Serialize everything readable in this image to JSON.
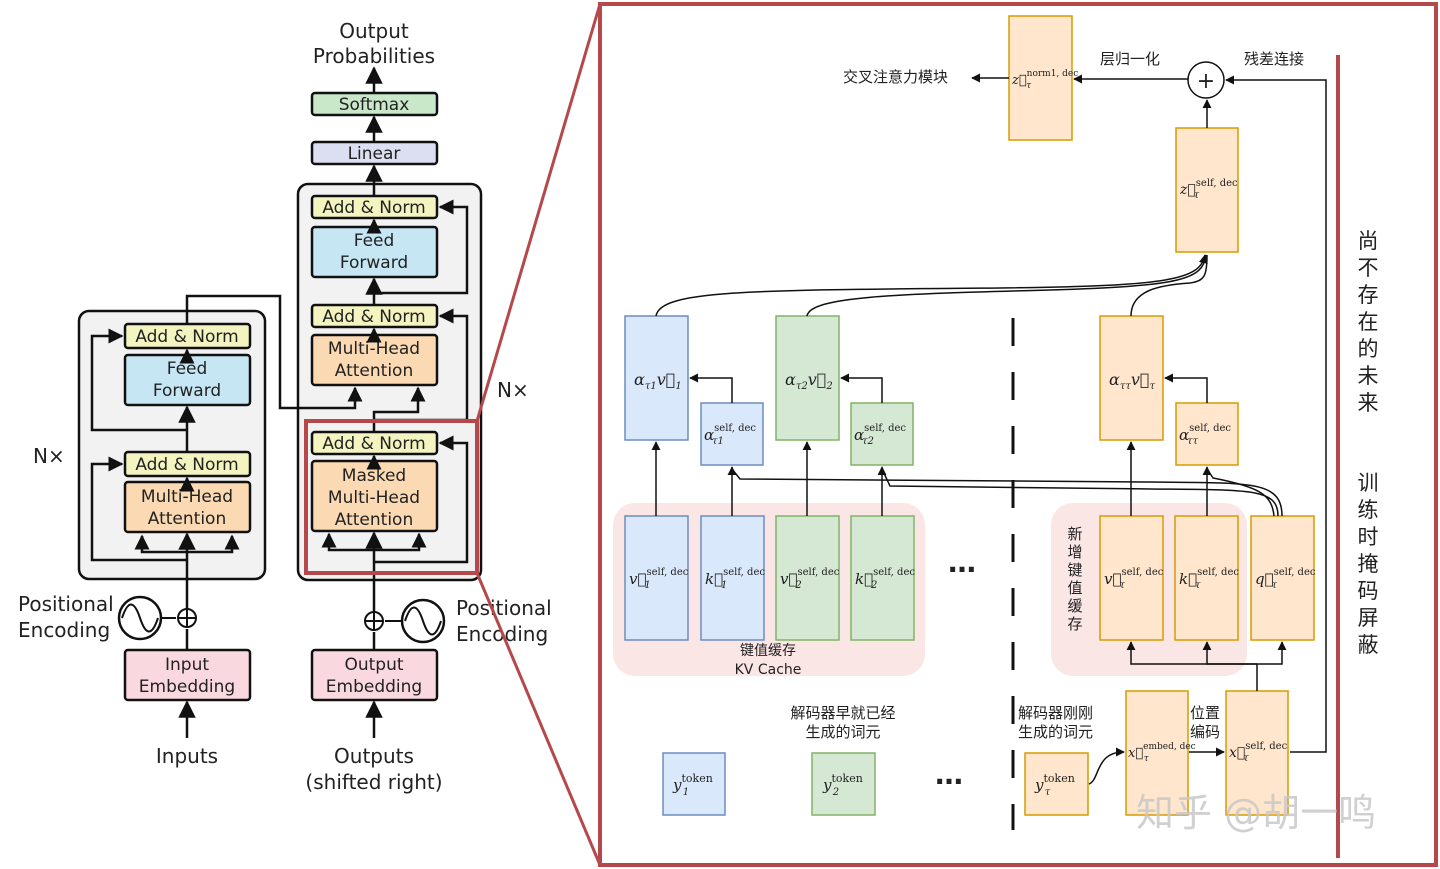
{
  "transformer": {
    "output_probabilities": [
      "Output",
      "Probabilities"
    ],
    "softmax": "Softmax",
    "linear": "Linear",
    "add_norm": "Add & Norm",
    "feed_forward": [
      "Feed",
      "Forward"
    ],
    "multi_head_attention": [
      "Multi-Head",
      "Attention"
    ],
    "masked_attention": [
      "Masked",
      "Multi-Head",
      "Attention"
    ],
    "nx": "N×",
    "positional_encoding": [
      "Positional",
      "Encoding"
    ],
    "input_embedding": [
      "Input",
      "Embedding"
    ],
    "output_embedding": [
      "Output",
      "Embedding"
    ],
    "inputs": "Inputs",
    "outputs": [
      "Outputs",
      "(shifted right)"
    ]
  },
  "detail": {
    "cross_attention_module": "交叉注意力模块",
    "layer_norm": "层归一化",
    "residual": "残差连接",
    "kv_cache_cn": "键值缓存",
    "kv_cache_en": "KV Cache",
    "new_kv_cache": [
      "新",
      "增",
      "键",
      "值",
      "缓",
      "存"
    ],
    "generated_tokens": [
      "解码器早就已经",
      "生成的词元"
    ],
    "just_generated": [
      "解码器刚刚",
      "生成的词元"
    ],
    "positional_code": [
      "位置",
      "编码"
    ],
    "future_not_exist": [
      "尚",
      "不",
      "存",
      "在",
      "的",
      "未",
      "来"
    ],
    "training_mask": [
      "训",
      "练",
      "时",
      "掩",
      "码",
      "屏",
      "蔽"
    ],
    "ellipsis": "…",
    "watermark": "知乎 @胡一鸣",
    "sup_self_dec": "self, dec",
    "sup_norm": "norm1, dec",
    "sup_embed": "embed, dec",
    "sup_token": "token",
    "sub_1": "1",
    "sub_2": "2",
    "sub_tau": "τ",
    "sub_tau1": "τ1",
    "sub_tau2": "τ2",
    "sub_tautau": "ττ",
    "sym_z": "z⃗",
    "sym_v": "v⃗",
    "sym_k": "k⃗",
    "sym_q": "q⃗",
    "sym_x": "x⃗",
    "sym_y": "y",
    "sym_alpha": "α",
    "alpha_v_1": [
      "α",
      "τ1",
      "v⃗",
      "1"
    ],
    "alpha_v_2": [
      "α",
      "τ2",
      "v⃗",
      "2"
    ],
    "alpha_v_tau": [
      "α",
      "ττ",
      "v⃗",
      "τ"
    ],
    "plus": "+"
  },
  "colors": {
    "frame_red": "#b5484a",
    "blue_fill": "#dae8fc",
    "blue_stroke": "#6c8ebf",
    "green_fill": "#d5e8d4",
    "green_stroke": "#82b366",
    "orange_fill": "#ffe6cc",
    "orange_stroke": "#d79b00",
    "softmax": "#c9e8c9",
    "linear": "#dcdff2",
    "addnorm": "#f3f4c0",
    "ffn": "#c6e6f4",
    "mha": "#fbd9b3",
    "embed": "#f9d9df"
  }
}
